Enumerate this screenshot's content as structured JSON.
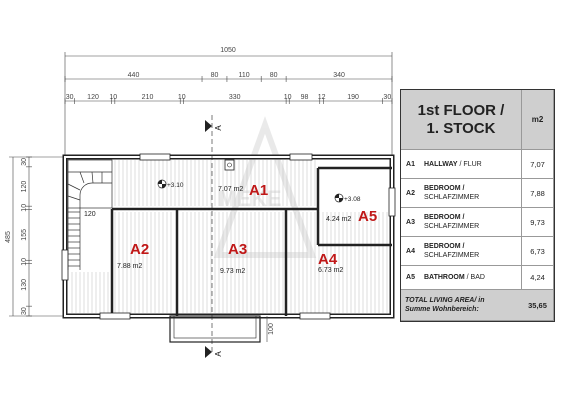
{
  "dimensions": {
    "overall": "1050",
    "row2": [
      "440",
      "80",
      "110",
      "80",
      "340"
    ],
    "row3": [
      "30",
      "120",
      "10",
      "210",
      "10",
      "330",
      "10",
      "98",
      "12",
      "190",
      "30"
    ],
    "left_total": "485",
    "left_parts": [
      "30",
      "120",
      "10",
      "155",
      "10",
      "130",
      "30"
    ],
    "balcony": "100",
    "stair_width": "120"
  },
  "rooms": [
    {
      "code": "A1",
      "area": "7.07 m2"
    },
    {
      "code": "A2",
      "area": "7.88 m2"
    },
    {
      "code": "A3",
      "area": "9.73 m2"
    },
    {
      "code": "A4",
      "area": "6.73 m2"
    },
    {
      "code": "A5",
      "area": "4.24 m2"
    }
  ],
  "levels": [
    "+3.10",
    "+3.08"
  ],
  "section_marker": "A",
  "legend": {
    "title_line1": "1st FLOOR /",
    "title_line2": "1. STOCK",
    "unit": "m2",
    "rows": [
      {
        "code": "A1",
        "name_bold": "HALLWAY",
        "name_rest": " / FLUR",
        "value": "7,07"
      },
      {
        "code": "A2",
        "name_bold": "BEDROOM /",
        "name_rest": "SCHLAFZIMMER",
        "value": "7,88"
      },
      {
        "code": "A3",
        "name_bold": "BEDROOM /",
        "name_rest": "SCHLAFZIMMER",
        "value": "9,73"
      },
      {
        "code": "A4",
        "name_bold": "BEDROOM /",
        "name_rest": "SCHLAFZIMMER",
        "value": "6,73"
      },
      {
        "code": "A5",
        "name_bold": "BATHROOM",
        "name_rest": " / BAD",
        "value": "4,24"
      }
    ],
    "total_label_line1": "TOTAL LIVING AREA/ in",
    "total_label_line2": "Summe Wohnbereich:",
    "total_value": "35,65"
  },
  "watermark": "MEKE IMMOBILIE"
}
